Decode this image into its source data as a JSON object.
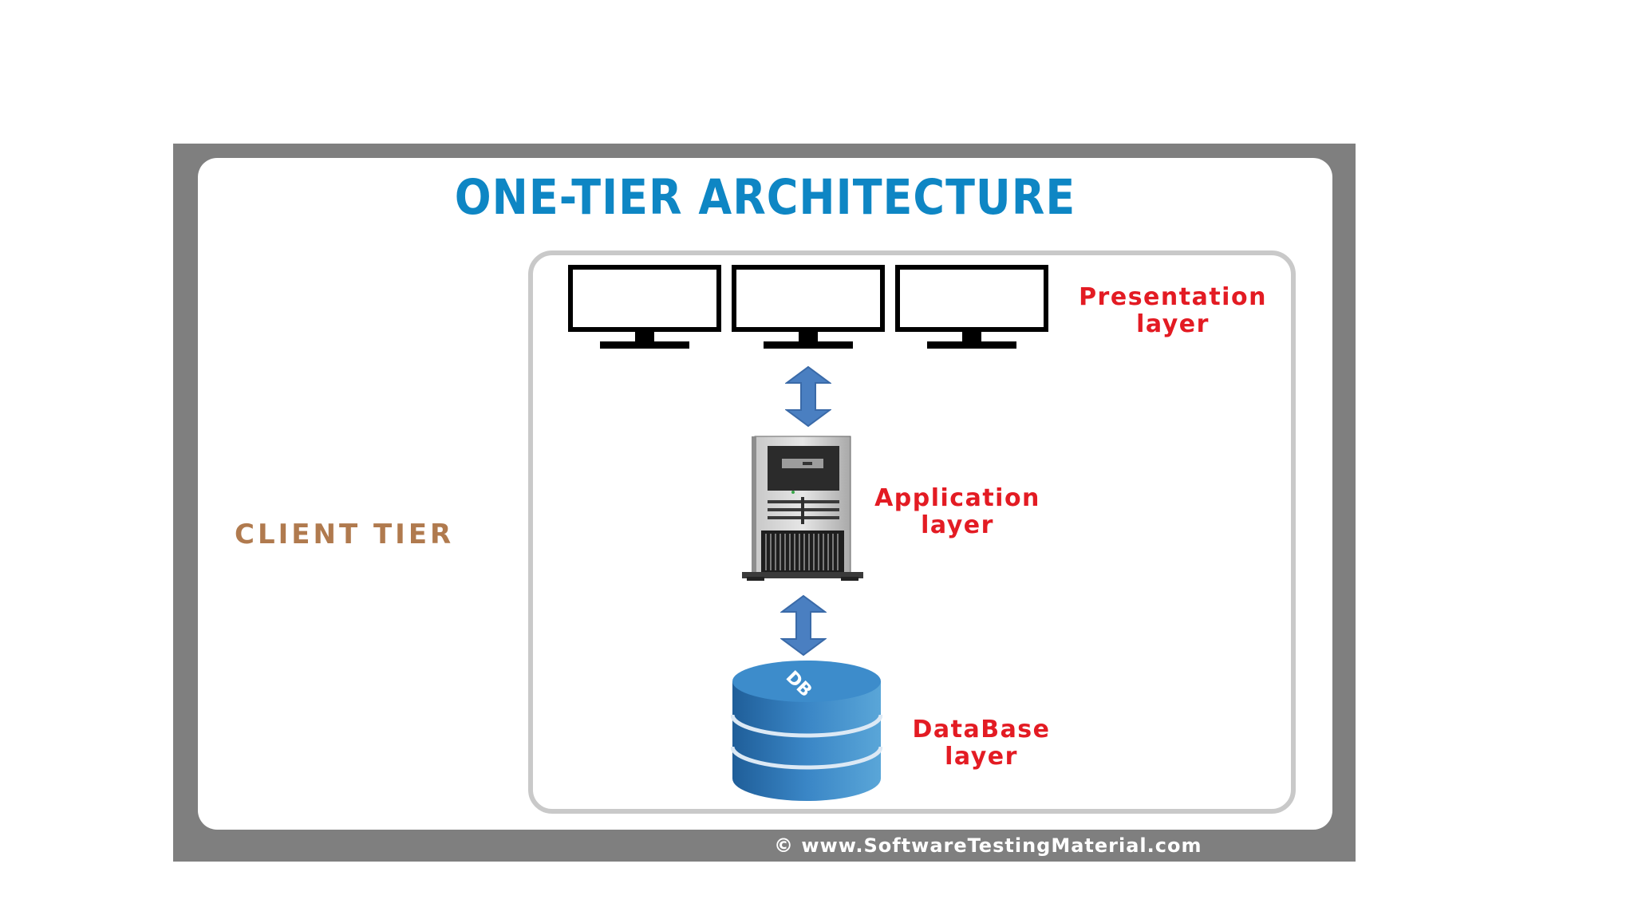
{
  "title": "ONE-TIER ARCHITECTURE",
  "client_tier": "CLIENT  TIER",
  "layers": {
    "presentation": {
      "line1": "Presentation",
      "line2": "layer"
    },
    "application": {
      "line1": "Application",
      "line2": "layer"
    },
    "database": {
      "line1": "DataBase",
      "line2": "layer",
      "icon_text": "DB"
    }
  },
  "copyright": "© www.SoftwareTestingMaterial.com",
  "colors": {
    "title": "#0e86c4",
    "layer_labels": "#e31b23",
    "client_tier": "#b07a4e",
    "frame": "#7f7f7f",
    "arrow": "#4a7fc1",
    "database": "#2f72b0"
  },
  "icons": [
    "monitor-icon",
    "monitor-icon",
    "monitor-icon",
    "double-arrow-icon",
    "server-tower-icon",
    "double-arrow-icon",
    "database-icon"
  ]
}
